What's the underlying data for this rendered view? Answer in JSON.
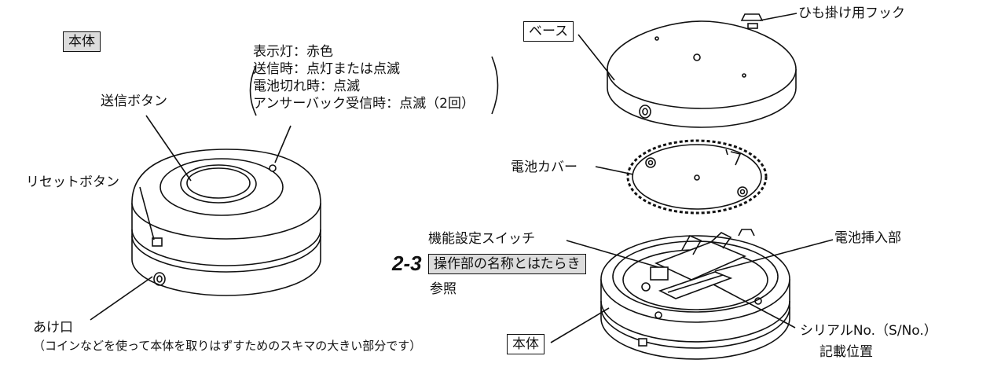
{
  "left": {
    "title_label": "本体",
    "send_button": "送信ボタン",
    "reset_button": "リセットボタン",
    "opening": "あけ口",
    "opening_note": "（コインなどを使って本体を取りはずすためのスキマの大きい部分です）",
    "indicator": {
      "lines": [
        "表示灯：赤色",
        "送信時：点灯または点滅",
        "電池切れ時：点滅",
        "アンサーバック受信時：点滅（2回）"
      ]
    }
  },
  "right": {
    "base_label": "ベース",
    "hook": "ひも掛け用フック",
    "battery_cover": "電池カバー",
    "function_switch": "機能設定スイッチ",
    "battery_slot": "電池挿入部",
    "ref_number": "2-3",
    "ref_title": "操作部の名称とはたらき",
    "ref_suffix": "参照",
    "body_label": "本体",
    "serial_line1": "シリアルNo.（S/No.）",
    "serial_line2": "記載位置"
  }
}
